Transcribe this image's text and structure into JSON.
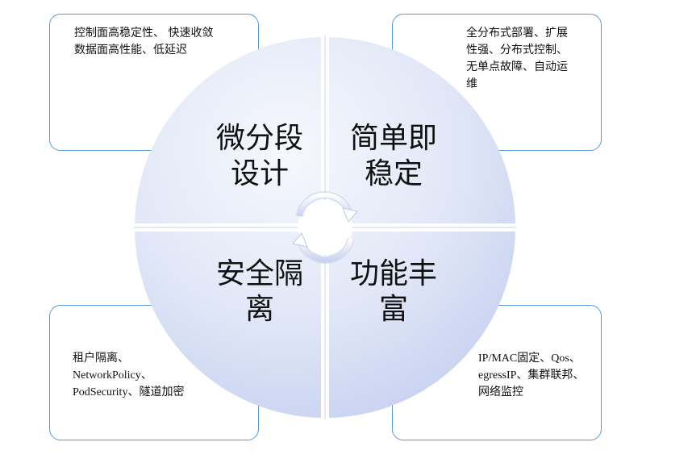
{
  "quadrants": {
    "top_left": {
      "title": "微分段\n设计",
      "description": "控制面高稳定性、 快速收敛\n数据面高性能、低延迟"
    },
    "top_right": {
      "title": "简单即\n稳定",
      "description": "全分布式部署、扩展\n性强、分布式控制、\n无单点故障、自动运\n维"
    },
    "bottom_left": {
      "title": "安全隔\n离",
      "description": "租户隔离、\nNetworkPolicy、\nPodSecurity、隧道加密"
    },
    "bottom_right": {
      "title": "功能丰\n富",
      "description": "IP/MAC固定、Qos、\negressIP、集群联邦、\n网络监控"
    }
  },
  "colors": {
    "box_border": "#5b9bd5",
    "circle_light": "#f4f6fc",
    "circle_dark": "#c7d2f0",
    "divider": "#ffffff",
    "text": "#111111"
  },
  "icons": {
    "center": "circular-arrows-icon"
  }
}
